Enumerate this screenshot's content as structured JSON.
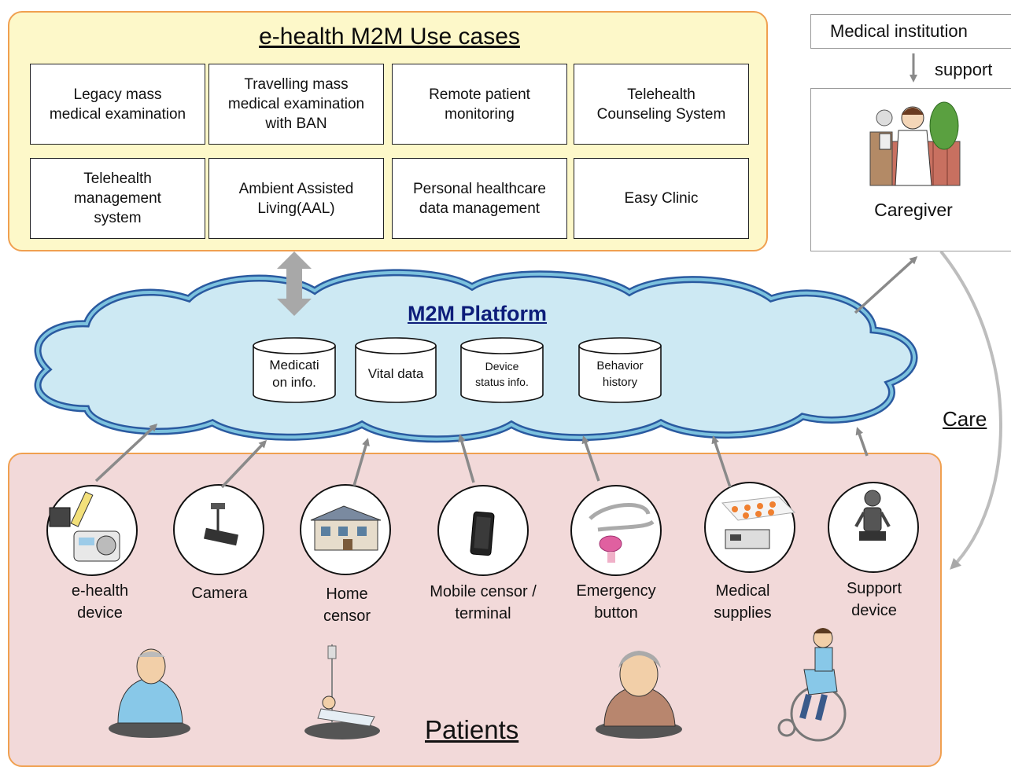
{
  "usecases": {
    "title": "e-health M2M Use cases",
    "items": [
      "Legacy mass\nmedical examination",
      "Travelling mass\nmedical examination\nwith BAN",
      "Remote patient\nmonitoring",
      "Telehealth\nCounseling System",
      "Telehealth\nmanagement\nsystem",
      "Ambient Assisted\nLiving(AAL)",
      "Personal healthcare\ndata management",
      "Easy Clinic"
    ]
  },
  "medical_institution": "Medical institution",
  "support": "support",
  "caregiver": "Caregiver",
  "care": "Care",
  "platform": {
    "title": "M2M Platform",
    "databases": [
      "Medicati\non info.",
      "Vital data",
      "Device\nstatus info.",
      "Behavior\nhistory"
    ]
  },
  "devices": [
    "e-health\ndevice",
    "Camera",
    "Home\ncensor",
    "Mobile censor /\nterminal",
    "Emergency\nbutton",
    "Medical\nsupplies",
    "Support\ndevice"
  ],
  "patients_label": "Patients",
  "colors": {
    "usecase_bg": "#fdf8c9",
    "panel_border": "#f0a050",
    "cloud_fill": "#cde9f3",
    "cloud_outline": "#2a5aa0",
    "patients_bg": "#f2d9d9",
    "platform_title": "#0d1d7a",
    "arrow": "#8a8a8a"
  }
}
